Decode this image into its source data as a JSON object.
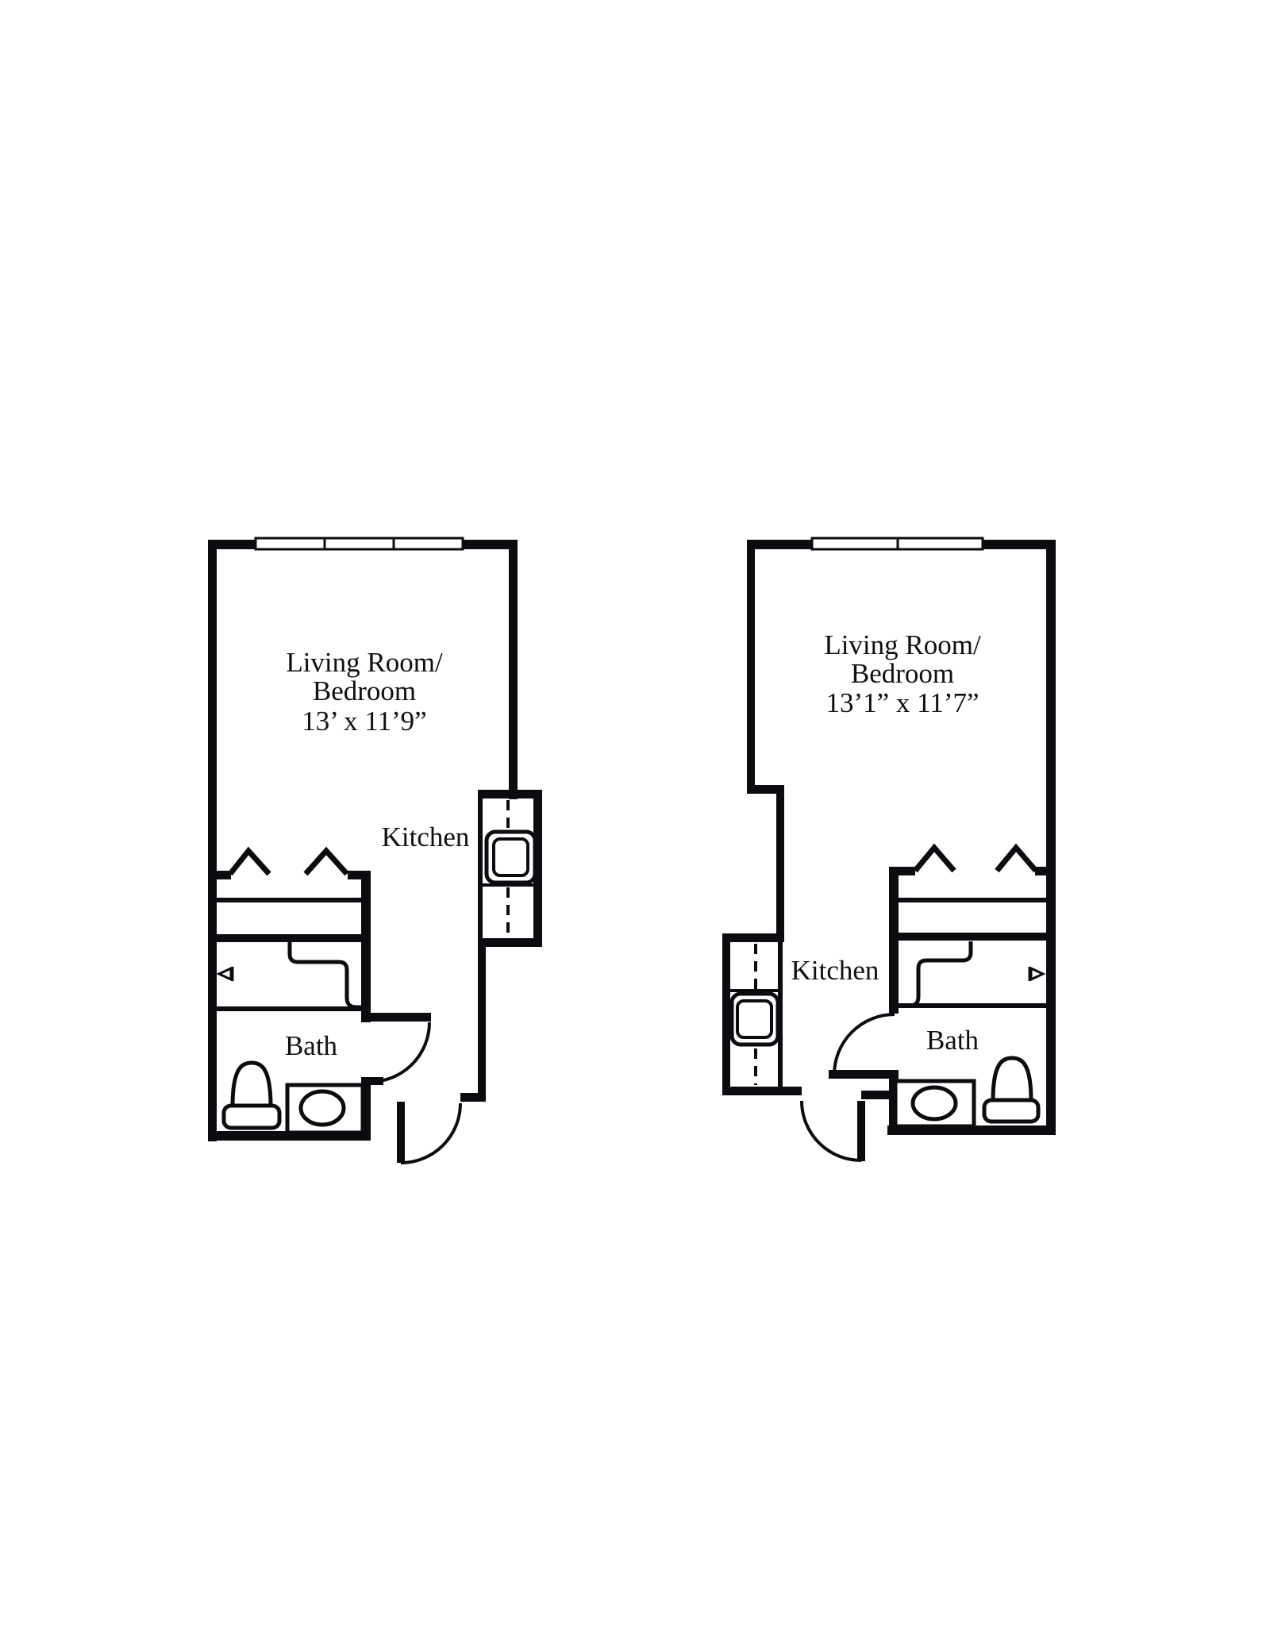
{
  "background": "#ffffff",
  "wall_color": "#0b0b10",
  "plans": {
    "left": {
      "living_room_label_line1": "Living Room/",
      "living_room_label_line2": "Bedroom",
      "living_room_dimensions": "13’ x 11’9”",
      "kitchen_label": "Kitchen",
      "bath_label": "Bath"
    },
    "right": {
      "living_room_label_line1": "Living Room/",
      "living_room_label_line2": "Bedroom",
      "living_room_dimensions": "13’1” x 11’7”",
      "kitchen_label": "Kitchen",
      "bath_label": "Bath"
    }
  }
}
